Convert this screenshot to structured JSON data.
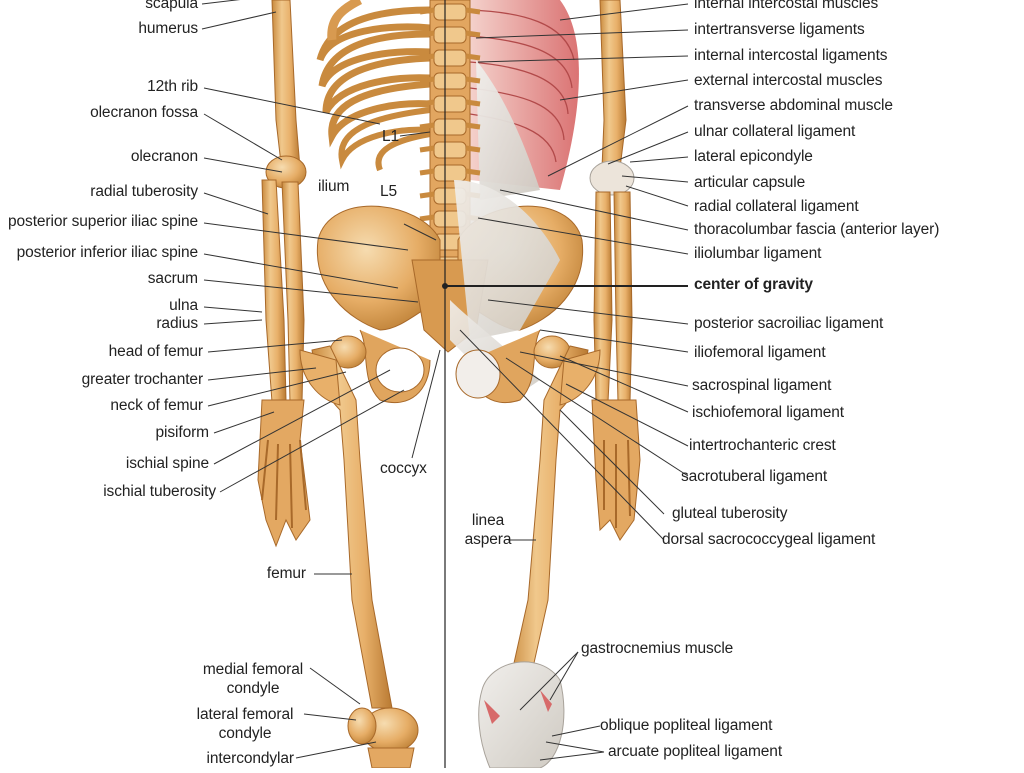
{
  "labels": {
    "scapula": "scapula",
    "humerus": "humerus",
    "rib12": "12th rib",
    "olecranon_fossa": "olecranon fossa",
    "olecranon": "olecranon",
    "radial_tuberosity": "radial tuberosity",
    "psis": "posterior superior iliac spine",
    "piis": "posterior inferior iliac spine",
    "sacrum": "sacrum",
    "ulna": "ulna",
    "radius": "radius",
    "head_femur": "head of femur",
    "greater_trochanter": "greater trochanter",
    "neck_femur": "neck of femur",
    "pisiform": "pisiform",
    "ischial_spine": "ischial spine",
    "ischial_tuberosity": "ischial tuberosity",
    "femur": "femur",
    "medial_condyle": "medial femoral condyle",
    "lateral_condyle": "lateral femoral condyle",
    "intercondylar": "intercondylar",
    "l1": "L1",
    "ilium": "ilium",
    "l5": "L5",
    "coccyx": "coccyx",
    "linea_aspera": "linea aspera",
    "internal_intercostal_muscles": "internal intercostal muscles",
    "intertransverse_ligaments": "intertransverse ligaments",
    "internal_intercostal_ligaments": "internal intercostal ligaments",
    "external_intercostal_muscles": "external intercostal muscles",
    "transverse_abdominal_muscle": "transverse abdominal muscle",
    "ulnar_collateral_ligament": "ulnar collateral ligament",
    "lateral_epicondyle": "lateral epicondyle",
    "articular_capsule": "articular capsule",
    "radial_collateral_ligament": "radial collateral ligament",
    "thoracolumbar_fascia": "thoracolumbar fascia (anterior layer)",
    "iliolumbar_ligament": "iliolumbar ligament",
    "center_of_gravity": "center of gravity",
    "posterior_sacroiliac_ligament": "posterior sacroiliac ligament",
    "iliofemoral_ligament": "iliofemoral ligament",
    "sacrospinal_ligament": "sacrospinal ligament",
    "ischiofemoral_ligament": "ischiofemoral ligament",
    "intertrochanteric_crest": "intertrochanteric crest",
    "sacrotuberal_ligament": "sacrotuberal ligament",
    "gluteal_tuberosity": "gluteal tuberosity",
    "dorsal_sacrococcygeal_ligament": "dorsal sacrococcygeal ligament",
    "gastrocnemius_muscle": "gastrocnemius muscle",
    "oblique_popliteal_ligament": "oblique popliteal ligament",
    "arcuate_popliteal_ligament": "arcuate popliteal ligament"
  },
  "colors": {
    "bone": "#e8b06a",
    "bone_shade": "#c98a3e",
    "bone_light": "#f3d3a0",
    "ligament": "#e4e1dc",
    "muscle": "#d76a6a",
    "leader": "#333333",
    "label": "#222222"
  }
}
